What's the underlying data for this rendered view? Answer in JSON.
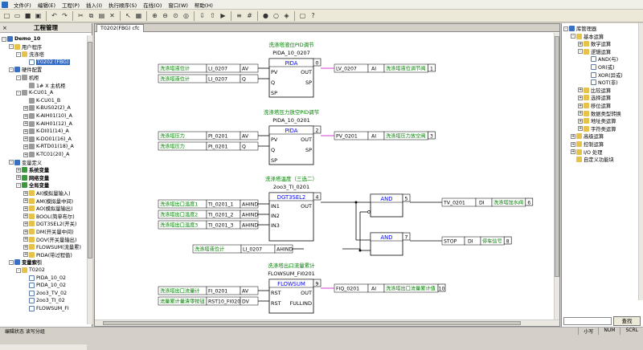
{
  "menu": {
    "items": [
      "文件(F)",
      "编辑(E)",
      "工程(P)",
      "插入(I)",
      "执行顺序(S)",
      "在线(O)",
      "窗口(W)",
      "帮助(H)"
    ]
  },
  "toolbar": {
    "icons": [
      "new-file-icon",
      "open-folder-icon",
      "save-icon",
      "save-all-icon",
      "sep",
      "undo-icon",
      "redo-icon",
      "sep",
      "cut-icon",
      "copy-icon",
      "paste-icon",
      "delete-icon",
      "sep",
      "select-icon",
      "table-icon",
      "sep",
      "zoom-in-icon",
      "zoom-out-icon",
      "zoom-fit-icon",
      "zoom-area-icon",
      "sep",
      "download-icon",
      "upload-icon",
      "compile-icon",
      "sep",
      "align-icon",
      "grid-icon",
      "sep",
      "online-icon",
      "offline-icon",
      "monitor-icon",
      "sep",
      "window-icon",
      "help-icon"
    ]
  },
  "left": {
    "title": "工程管理",
    "close": "×",
    "tree": [
      {
        "label": "Demo_10",
        "lvl": 0,
        "ex": "-",
        "ic": "blue",
        "bold": true
      },
      {
        "label": "用户程序",
        "lvl": 1,
        "ex": "-",
        "ic": "folder"
      },
      {
        "label": "洗涤塔",
        "lvl": 2,
        "ex": "-",
        "ic": "folder"
      },
      {
        "label": "T0202 (FBG)",
        "lvl": 3,
        "ex": "",
        "ic": "doc",
        "sel": true
      },
      {
        "label": "硬件配置",
        "lvl": 1,
        "ex": "-",
        "ic": "blue"
      },
      {
        "label": "机柜",
        "lvl": 2,
        "ex": "-",
        "ic": "grey"
      },
      {
        "label": "1# X 主机柜",
        "lvl": 3,
        "ex": "",
        "ic": "grey"
      },
      {
        "label": "K-CU01_A",
        "lvl": 2,
        "ex": "-",
        "ic": "grey"
      },
      {
        "label": "K-CU01_B",
        "lvl": 3,
        "ex": "",
        "ic": "grey"
      },
      {
        "label": "K-BUS02(2)_A",
        "lvl": 3,
        "ex": "+",
        "ic": "grey"
      },
      {
        "label": "K-AIH01(10)_A",
        "lvl": 3,
        "ex": "+",
        "ic": "grey"
      },
      {
        "label": "K-AIH01(12)_A",
        "lvl": 3,
        "ex": "+",
        "ic": "grey"
      },
      {
        "label": "K-DI01(14)_A",
        "lvl": 3,
        "ex": "+",
        "ic": "grey"
      },
      {
        "label": "K-DO01(16)_A",
        "lvl": 3,
        "ex": "+",
        "ic": "grey"
      },
      {
        "label": "K-RTD01(18)_A",
        "lvl": 3,
        "ex": "+",
        "ic": "grey"
      },
      {
        "label": "K-TC01(20)_A",
        "lvl": 3,
        "ex": "+",
        "ic": "grey"
      },
      {
        "label": "变量定义",
        "lvl": 1,
        "ex": "-",
        "ic": "blue"
      },
      {
        "label": "系统变量",
        "lvl": 2,
        "ex": "+",
        "ic": "green",
        "bold": true
      },
      {
        "label": "网络变量",
        "lvl": 2,
        "ex": "+",
        "ic": "green",
        "bold": true
      },
      {
        "label": "全局变量",
        "lvl": 2,
        "ex": "-",
        "ic": "green",
        "bold": true
      },
      {
        "label": "AI(模拟量输入)",
        "lvl": 3,
        "ex": "+",
        "ic": "folder"
      },
      {
        "label": "AM(模拟量中间)",
        "lvl": 3,
        "ex": "+",
        "ic": "folder"
      },
      {
        "label": "AO(模拟量输出)",
        "lvl": 3,
        "ex": "+",
        "ic": "folder"
      },
      {
        "label": "BOOL(简单布尔)",
        "lvl": 3,
        "ex": "+",
        "ic": "folder"
      },
      {
        "label": "DGT3SEL2(开关)",
        "lvl": 3,
        "ex": "+",
        "ic": "folder"
      },
      {
        "label": "DM(开关量中间)",
        "lvl": 3,
        "ex": "+",
        "ic": "folder"
      },
      {
        "label": "DOV(开关量输出)",
        "lvl": 3,
        "ex": "+",
        "ic": "folder"
      },
      {
        "label": "FLOWSUM(流量累)",
        "lvl": 3,
        "ex": "+",
        "ic": "folder"
      },
      {
        "label": "PIDA(带过程值)",
        "lvl": 3,
        "ex": "+",
        "ic": "folder"
      },
      {
        "label": "变量索引",
        "lvl": 1,
        "ex": "-",
        "ic": "blue",
        "bold": true
      },
      {
        "label": "T0202",
        "lvl": 2,
        "ex": "-",
        "ic": "folder"
      },
      {
        "label": "PIDA_10_02",
        "lvl": 3,
        "ex": "",
        "ic": "doc"
      },
      {
        "label": "PIDA_10_02",
        "lvl": 3,
        "ex": "",
        "ic": "doc"
      },
      {
        "label": "2oo3_TV_02",
        "lvl": 3,
        "ex": "",
        "ic": "doc"
      },
      {
        "label": "2oo3_TI_02",
        "lvl": 3,
        "ex": "",
        "ic": "doc"
      },
      {
        "label": "FLOWSUM_FI",
        "lvl": 3,
        "ex": "",
        "ic": "doc"
      }
    ]
  },
  "center": {
    "tab": "T0202(FBG) cfc"
  },
  "diagram": {
    "blocks": [
      {
        "id": "pida1",
        "caption": "洗涤塔液位PID调节",
        "instance": "PIDA_10_0207",
        "type": "PIDA",
        "num": "0",
        "ins": [
          "PV",
          "Q",
          "SP"
        ],
        "outs": [
          "OUT",
          "SP",
          ""
        ]
      },
      {
        "id": "pida2",
        "caption": "洗涤塔压力放空PID调节",
        "instance": "PIDA_10_0201",
        "type": "PIDA",
        "num": "2",
        "ins": [
          "PV",
          "Q",
          "SP"
        ],
        "outs": [
          "OUT",
          "SP",
          ""
        ]
      },
      {
        "id": "dgt",
        "caption": "洗涤塔温度（三选二）",
        "instance": "2oo3_TI_0201",
        "type": "DGT3SEL2",
        "num": "4",
        "ins": [
          "IN1",
          "IN2",
          "IN3"
        ],
        "outs": [
          "OUT",
          "",
          ""
        ]
      },
      {
        "id": "and1",
        "caption": "",
        "instance": "",
        "type": "AND",
        "num": "5",
        "ins": [
          "",
          ""
        ],
        "outs": [
          ""
        ]
      },
      {
        "id": "and2",
        "caption": "",
        "instance": "",
        "type": "AND",
        "num": "7",
        "ins": [
          "",
          ""
        ],
        "outs": [
          ""
        ]
      },
      {
        "id": "fs",
        "caption": "洗涤塔出口流量累计",
        "instance": "FLOWSUM_FI0201",
        "type": "FLOWSUM",
        "num": "9",
        "ins": [
          "RST",
          "RST"
        ],
        "outs": [
          "OUT",
          "FULLIND"
        ]
      }
    ],
    "inputs": [
      {
        "desc": "洗涤塔液位计",
        "tag": "LI_0207",
        "typ": "AV"
      },
      {
        "desc": "洗涤塔液位计",
        "tag": "LI_0207",
        "typ": "Q"
      },
      {
        "desc": "洗涤塔压力",
        "tag": "PI_0201",
        "typ": "AV"
      },
      {
        "desc": "洗涤塔压力",
        "tag": "PI_0201",
        "typ": "Q"
      },
      {
        "desc": "洗涤塔出口温度1",
        "tag": "TI_0201_1",
        "typ": "AHIND"
      },
      {
        "desc": "洗涤塔出口温度2",
        "tag": "TI_0201_2",
        "typ": "AHIND"
      },
      {
        "desc": "洗涤塔出口温度3",
        "tag": "TI_0201_3",
        "typ": "AHIND"
      },
      {
        "desc": "洗涤塔液位计",
        "tag": "LI_0207",
        "typ": "AHIND"
      },
      {
        "desc": "洗涤塔出口流量计",
        "tag": "FI_0201",
        "typ": "AV"
      },
      {
        "desc": "流量累计量清零按钮",
        "tag": "RST10_FI0201",
        "typ": "DV"
      }
    ],
    "outputs": [
      {
        "tag": "LV_0207",
        "typ": "AI",
        "desc": "洗涤塔液位调节阀",
        "num": "1"
      },
      {
        "tag": "PV_0201",
        "typ": "AI",
        "desc": "洗涤塔压力放空阀",
        "num": "3"
      },
      {
        "tag": "TV_0201",
        "typ": "DI",
        "desc": "洗涤塔加水阀",
        "num": "6"
      },
      {
        "tag": "STOP",
        "typ": "DI",
        "desc": "停车信号",
        "num": "8"
      },
      {
        "tag": "FIQ_0201",
        "typ": "AI",
        "desc": "洗涤塔出口流量累计值",
        "num": "10"
      }
    ]
  },
  "right": {
    "tree": [
      {
        "label": "库管理器",
        "lvl": 0,
        "ex": "-",
        "ic": "blue"
      },
      {
        "label": "基本运算",
        "lvl": 1,
        "ex": "-",
        "ic": "folder"
      },
      {
        "label": "数学运算",
        "lvl": 2,
        "ex": "+",
        "ic": "folder"
      },
      {
        "label": "逻辑运算",
        "lvl": 2,
        "ex": "-",
        "ic": "folder"
      },
      {
        "label": "AND(与)",
        "lvl": 3,
        "ex": "",
        "ic": "doc"
      },
      {
        "label": "OR(或)",
        "lvl": 3,
        "ex": "",
        "ic": "doc"
      },
      {
        "label": "XOR(异或)",
        "lvl": 3,
        "ex": "",
        "ic": "doc"
      },
      {
        "label": "NOT(非)",
        "lvl": 3,
        "ex": "",
        "ic": "doc"
      },
      {
        "label": "比较运算",
        "lvl": 2,
        "ex": "+",
        "ic": "folder"
      },
      {
        "label": "选择运算",
        "lvl": 2,
        "ex": "+",
        "ic": "folder"
      },
      {
        "label": "移位运算",
        "lvl": 2,
        "ex": "+",
        "ic": "folder"
      },
      {
        "label": "数据类型转换",
        "lvl": 2,
        "ex": "+",
        "ic": "folder"
      },
      {
        "label": "地址类运算",
        "lvl": 2,
        "ex": "+",
        "ic": "folder"
      },
      {
        "label": "字符类运算",
        "lvl": 2,
        "ex": "+",
        "ic": "folder"
      },
      {
        "label": "高级运算",
        "lvl": 1,
        "ex": "+",
        "ic": "folder"
      },
      {
        "label": "控制运算",
        "lvl": 1,
        "ex": "+",
        "ic": "folder"
      },
      {
        "label": "I/O 处理",
        "lvl": 1,
        "ex": "+",
        "ic": "folder"
      },
      {
        "label": "自定义功能块",
        "lvl": 1,
        "ex": "",
        "ic": "folder"
      }
    ],
    "search_btn": "查找"
  },
  "status": {
    "left": "编辑状态  读写分组",
    "right": [
      "小写",
      "NUM",
      "SCRL"
    ]
  }
}
